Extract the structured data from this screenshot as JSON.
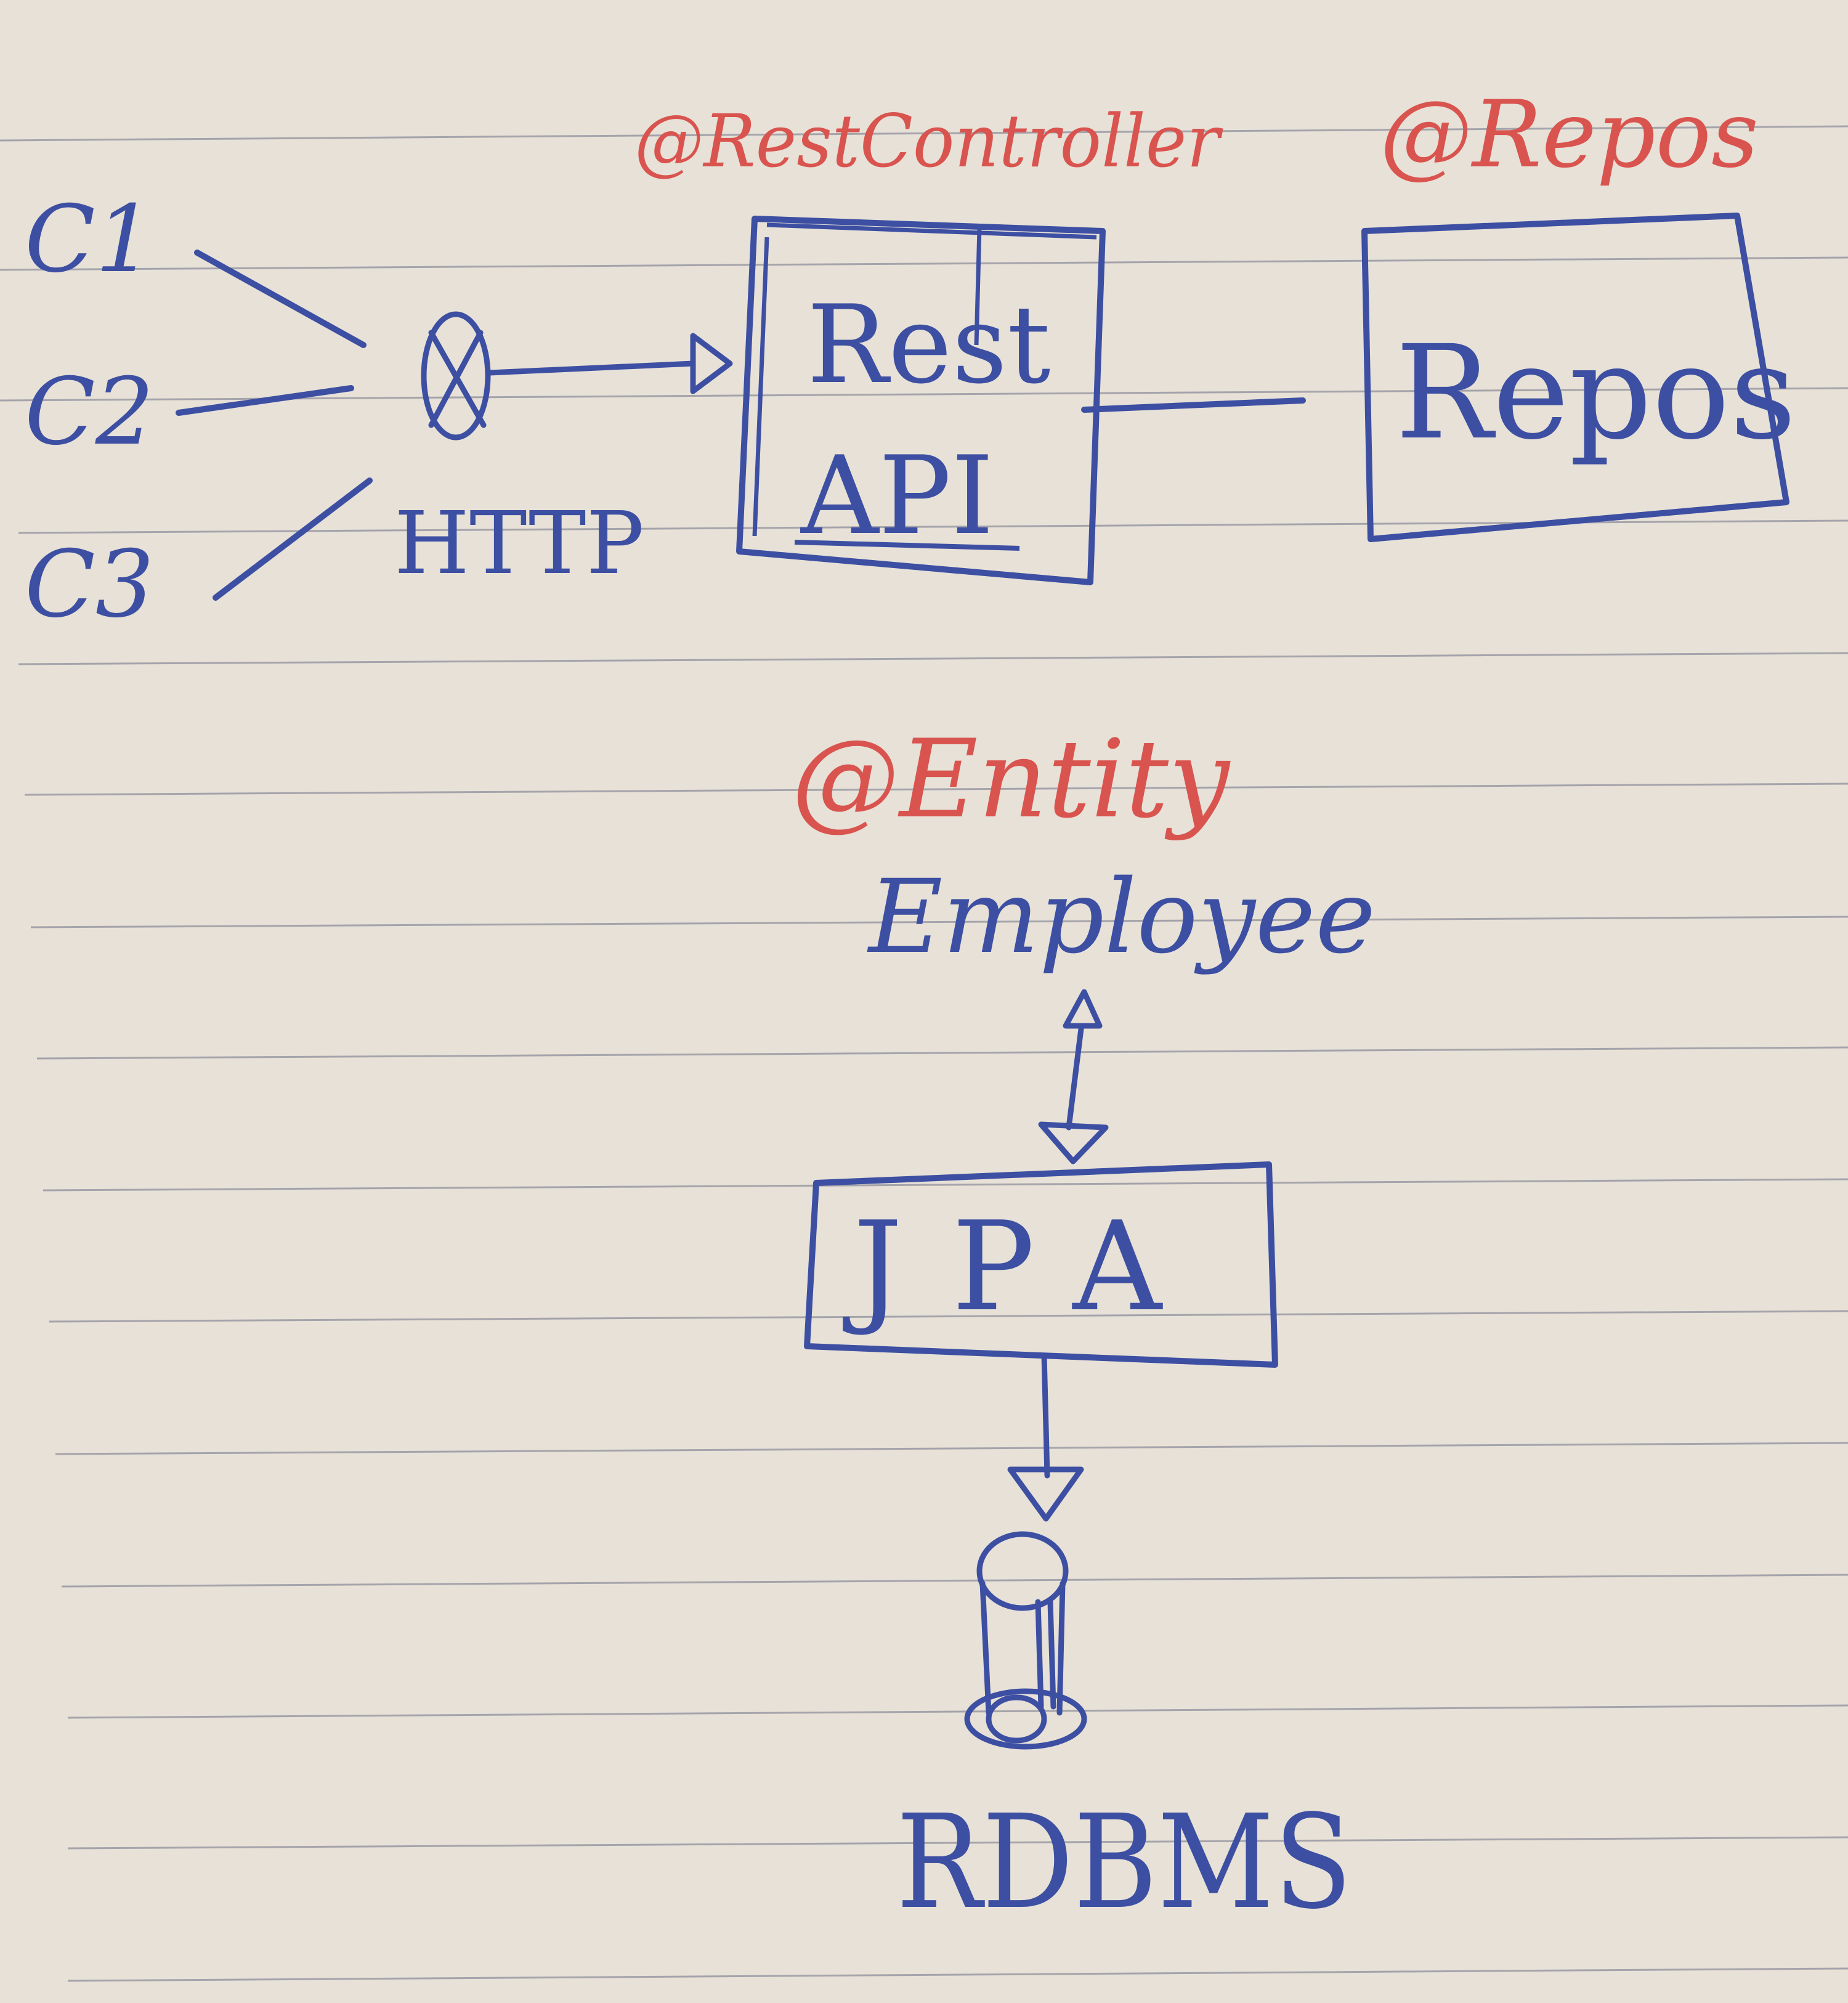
{
  "colors": {
    "paper": "#e7e1d7",
    "ruled_line": "#8f8f9c",
    "ink_blue": "#3d4fa2",
    "ink_red": "#d9544f"
  },
  "clients": {
    "c1": "C1",
    "c2": "C2",
    "c3": "C3"
  },
  "protocol_label": "HTTP",
  "rest_api": {
    "annotation": "@RestController",
    "line1": "Rest",
    "line2": "API"
  },
  "repos": {
    "annotation": "@Repos",
    "label": "Repos"
  },
  "employee": {
    "annotation": "@Entity",
    "label": "Employee"
  },
  "jpa": {
    "label": "JPA"
  },
  "database": {
    "label": "RDBMS"
  }
}
